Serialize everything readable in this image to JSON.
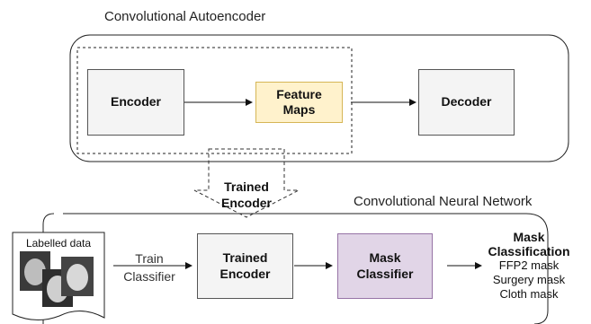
{
  "autoencoder": {
    "title": "Convolutional Autoencoder",
    "encoder_label": "Encoder",
    "feature_maps_line1": "Feature",
    "feature_maps_line2": "Maps",
    "decoder_label": "Decoder"
  },
  "transfer": {
    "line1": "Trained",
    "line2": "Encoder"
  },
  "cnn": {
    "title": "Convolutional Neural Network",
    "labelled_data": "Labelled data",
    "train_line1": "Train",
    "train_line2": "Classifier",
    "trained_encoder_line1": "Trained",
    "trained_encoder_line2": "Encoder",
    "mask_classifier_line1": "Mask",
    "mask_classifier_line2": "Classifier",
    "classification_title_line1": "Mask",
    "classification_title_line2": "Classification",
    "classes": [
      "FFP2 mask",
      "Surgery mask",
      "Cloth mask"
    ]
  },
  "colors": {
    "feature_maps_fill": "#fff2cc",
    "mask_classifier_fill": "#e1d5e7",
    "box_fill": "#f4f4f4"
  }
}
